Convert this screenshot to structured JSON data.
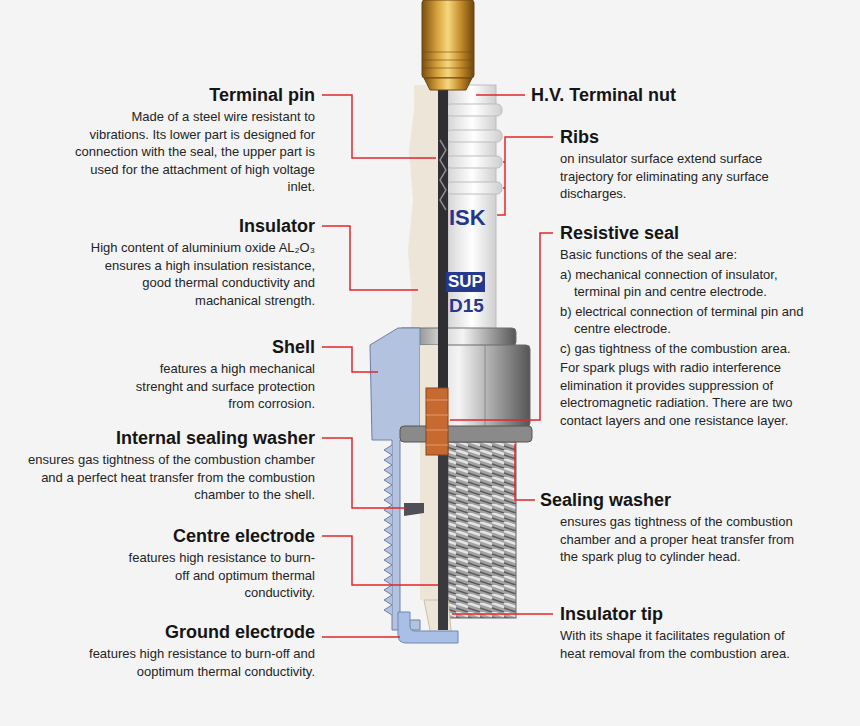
{
  "diagram": {
    "labels": [
      "Terminal pin",
      "Made of a steel wire resistant to vibrations. Its lower part is designed for connection with the seal, the upper part is used for the attachment of high voltage inlet.",
      "H.V. Terminal nut",
      "Ribs",
      "on insulator surface extend surface trajectory for eliminating any surface discharges.",
      "ISK",
      "Insulator",
      "High content of aluminium oxide AL₂O₃ ensures a high insulation resistance, good thermal conductivity and machanical strength.",
      "Resistive seal",
      "Basic functions of the seal are:",
      "a) mechanical connection of insulator, terminal pin and centre electrode.",
      "b) electrical connection of terminal pin and centre electrode.",
      "c) gas tightness of the combustion area.",
      "For spark plugs with radio interference elimination it provides suppression of electromagnetic radiation. There are two contact layers and one resistance layer.",
      "SUP",
      "D15",
      "Shell",
      "features a high mechanical strenght and surface protection from corrosion.",
      "Internal sealing washer",
      "ensures gas tightness of the combustion chamber and a perfect heat transfer from the combustion chamber to the shell.",
      "Sealing washer",
      "ensures gas tightness of the combustion chamber and a proper heat transfer from the spark plug to cylinder head.",
      "Centre electrode",
      "features high resistance to burn-off and optimum thermal conductivity.",
      "Insulator tip",
      "With its shape it facilitates regulation of heat removal from the combustion area.",
      "Ground electrode",
      "features high resistance to burn-off and ooptimum thermal conductivity."
    ]
  }
}
